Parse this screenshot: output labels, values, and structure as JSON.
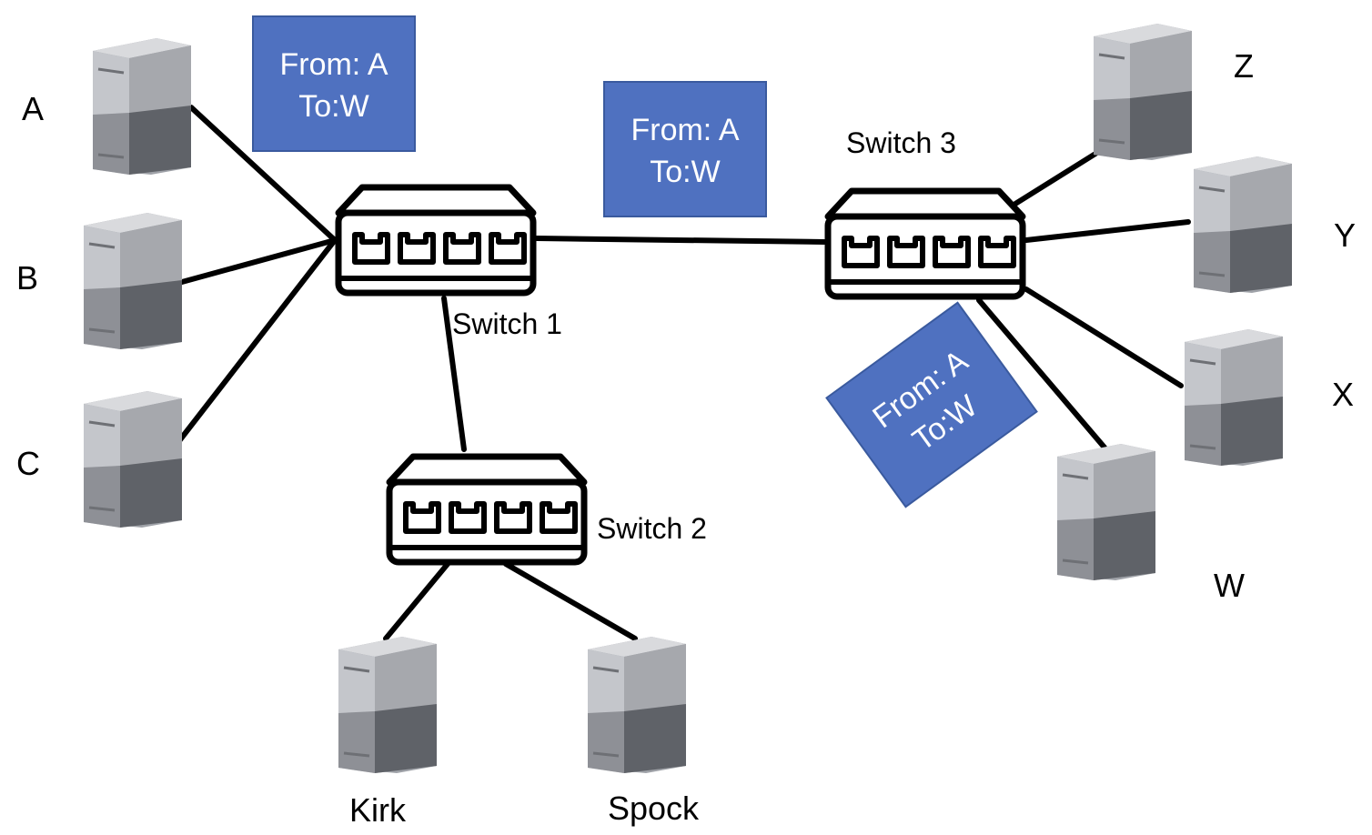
{
  "colors": {
    "packet_fill": "#4F71C0",
    "packet_border": "#3A5A9E",
    "packet_text": "#FFFFFF",
    "server_light": "#C9CBD0",
    "server_mid": "#A7A9AE",
    "server_dark": "#5F6268",
    "link": "#000000"
  },
  "switches": [
    {
      "id": "s1",
      "label": "Switch 1",
      "icon": "network-switch-icon"
    },
    {
      "id": "s2",
      "label": "Switch 2",
      "icon": "network-switch-icon"
    },
    {
      "id": "s3",
      "label": "Switch 3",
      "icon": "network-switch-icon"
    }
  ],
  "hosts": [
    {
      "id": "A",
      "label": "A",
      "icon": "server-icon"
    },
    {
      "id": "B",
      "label": "B",
      "icon": "server-icon"
    },
    {
      "id": "C",
      "label": "C",
      "icon": "server-icon"
    },
    {
      "id": "Kirk",
      "label": "Kirk",
      "icon": "server-icon"
    },
    {
      "id": "Spock",
      "label": "Spock",
      "icon": "server-icon"
    },
    {
      "id": "Z",
      "label": "Z",
      "icon": "server-icon"
    },
    {
      "id": "Y",
      "label": "Y",
      "icon": "server-icon"
    },
    {
      "id": "X",
      "label": "X",
      "icon": "server-icon"
    },
    {
      "id": "W",
      "label": "W",
      "icon": "server-icon"
    }
  ],
  "links": [
    {
      "from": "A",
      "to": "s1"
    },
    {
      "from": "B",
      "to": "s1"
    },
    {
      "from": "C",
      "to": "s1"
    },
    {
      "from": "s1",
      "to": "s2"
    },
    {
      "from": "s1",
      "to": "s3"
    },
    {
      "from": "s2",
      "to": "Kirk"
    },
    {
      "from": "s2",
      "to": "Spock"
    },
    {
      "from": "s3",
      "to": "Z"
    },
    {
      "from": "s3",
      "to": "Y"
    },
    {
      "from": "s3",
      "to": "X"
    },
    {
      "from": "s3",
      "to": "W"
    }
  ],
  "packets": [
    {
      "line1": "From: A",
      "line2": "To:W"
    },
    {
      "line1": "From: A",
      "line2": "To:W"
    },
    {
      "line1": "From: A",
      "line2": "To:W"
    }
  ]
}
